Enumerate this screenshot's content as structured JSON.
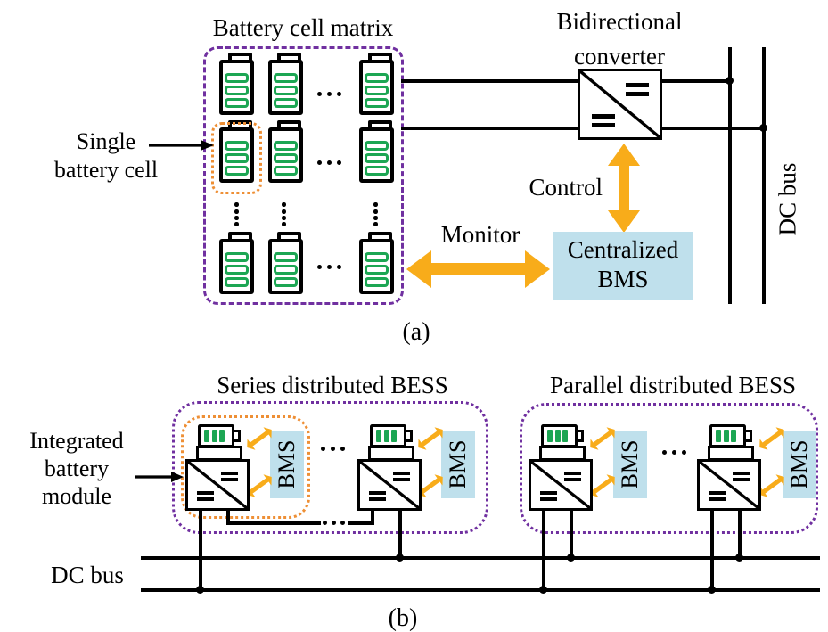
{
  "panel_a": {
    "matrix_title": "Battery cell matrix",
    "single_cell_line1": "Single",
    "single_cell_line2": "battery cell",
    "converter_title_line1": "Bidirectional",
    "converter_title_line2": "converter",
    "control_label": "Control",
    "monitor_label": "Monitor",
    "bms_line1": "Centralized",
    "bms_line2": "BMS",
    "dc_bus_label": "DC bus",
    "caption": "(a)"
  },
  "panel_b": {
    "series_title": "Series distributed BESS",
    "parallel_title": "Parallel distributed BESS",
    "module_label_line1": "Integrated",
    "module_label_line2": "battery",
    "module_label_line3": "module",
    "bms_label": "BMS",
    "dc_bus_label": "DC bus",
    "caption": "(b)"
  },
  "colors": {
    "purple": "#7030A0",
    "orange": "#EE8F35",
    "green": "#1CA653",
    "yellow": "#F8AC1A",
    "lblue": "#BFE0EC",
    "black": "#000000"
  }
}
